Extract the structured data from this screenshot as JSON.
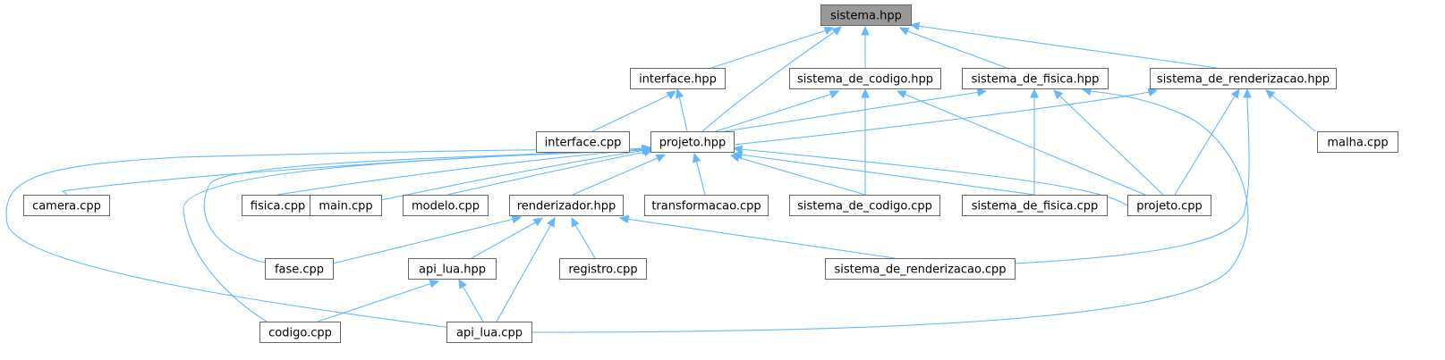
{
  "diagram": {
    "colors": {
      "edge": "#63b8ff",
      "node_border": "#666666",
      "root_fill": "#999999",
      "node_fill": "#ffffff"
    },
    "nodes": [
      {
        "id": "sistema_hpp",
        "label": "sistema.hpp",
        "root": true
      },
      {
        "id": "interface_hpp",
        "label": "interface.hpp"
      },
      {
        "id": "sistema_de_codigo_hpp",
        "label": "sistema_de_codigo.hpp"
      },
      {
        "id": "sistema_de_fisica_hpp",
        "label": "sistema_de_fisica.hpp"
      },
      {
        "id": "sistema_de_renderizacao_hpp",
        "label": "sistema_de_renderizacao.hpp"
      },
      {
        "id": "interface_cpp",
        "label": "interface.cpp"
      },
      {
        "id": "projeto_hpp",
        "label": "projeto.hpp"
      },
      {
        "id": "malha_cpp",
        "label": "malha.cpp"
      },
      {
        "id": "camera_cpp",
        "label": "camera.cpp"
      },
      {
        "id": "fisica_cpp",
        "label": "fisica.cpp"
      },
      {
        "id": "main_cpp",
        "label": "main.cpp"
      },
      {
        "id": "modelo_cpp",
        "label": "modelo.cpp"
      },
      {
        "id": "renderizador_hpp",
        "label": "renderizador.hpp"
      },
      {
        "id": "transformacao_cpp",
        "label": "transformacao.cpp"
      },
      {
        "id": "sistema_de_codigo_cpp",
        "label": "sistema_de_codigo.cpp"
      },
      {
        "id": "sistema_de_fisica_cpp",
        "label": "sistema_de_fisica.cpp"
      },
      {
        "id": "projeto_cpp",
        "label": "projeto.cpp"
      },
      {
        "id": "fase_cpp",
        "label": "fase.cpp"
      },
      {
        "id": "api_lua_hpp",
        "label": "api_lua.hpp"
      },
      {
        "id": "registro_cpp",
        "label": "registro.cpp"
      },
      {
        "id": "sistema_de_renderizacao_cpp",
        "label": "sistema_de_renderizacao.cpp"
      },
      {
        "id": "codigo_cpp",
        "label": "codigo.cpp"
      },
      {
        "id": "api_lua_cpp",
        "label": "api_lua.cpp"
      }
    ],
    "edges": [
      {
        "from": "sistema_hpp",
        "to": "interface_hpp"
      },
      {
        "from": "sistema_hpp",
        "to": "projeto_hpp"
      },
      {
        "from": "sistema_hpp",
        "to": "sistema_de_codigo_hpp"
      },
      {
        "from": "sistema_hpp",
        "to": "sistema_de_fisica_hpp"
      },
      {
        "from": "sistema_hpp",
        "to": "sistema_de_renderizacao_hpp"
      },
      {
        "from": "interface_hpp",
        "to": "interface_cpp"
      },
      {
        "from": "interface_hpp",
        "to": "projeto_hpp"
      },
      {
        "from": "sistema_de_codigo_hpp",
        "to": "projeto_hpp"
      },
      {
        "from": "sistema_de_codigo_hpp",
        "to": "sistema_de_codigo_cpp"
      },
      {
        "from": "sistema_de_codigo_hpp",
        "to": "projeto_cpp"
      },
      {
        "from": "sistema_de_fisica_hpp",
        "to": "projeto_hpp"
      },
      {
        "from": "sistema_de_fisica_hpp",
        "to": "sistema_de_fisica_cpp"
      },
      {
        "from": "sistema_de_fisica_hpp",
        "to": "projeto_cpp"
      },
      {
        "from": "sistema_de_fisica_hpp",
        "to": "api_lua_cpp"
      },
      {
        "from": "sistema_de_renderizacao_hpp",
        "to": "projeto_hpp"
      },
      {
        "from": "sistema_de_renderizacao_hpp",
        "to": "malha_cpp"
      },
      {
        "from": "sistema_de_renderizacao_hpp",
        "to": "projeto_cpp"
      },
      {
        "from": "sistema_de_renderizacao_hpp",
        "to": "sistema_de_renderizacao_cpp"
      },
      {
        "from": "projeto_hpp",
        "to": "camera_cpp"
      },
      {
        "from": "projeto_hpp",
        "to": "fisica_cpp"
      },
      {
        "from": "projeto_hpp",
        "to": "main_cpp"
      },
      {
        "from": "projeto_hpp",
        "to": "modelo_cpp"
      },
      {
        "from": "projeto_hpp",
        "to": "renderizador_hpp"
      },
      {
        "from": "projeto_hpp",
        "to": "transformacao_cpp"
      },
      {
        "from": "projeto_hpp",
        "to": "sistema_de_codigo_cpp"
      },
      {
        "from": "projeto_hpp",
        "to": "sistema_de_fisica_cpp"
      },
      {
        "from": "projeto_hpp",
        "to": "projeto_cpp"
      },
      {
        "from": "projeto_hpp",
        "to": "fase_cpp"
      },
      {
        "from": "projeto_hpp",
        "to": "codigo_cpp"
      },
      {
        "from": "projeto_hpp",
        "to": "api_lua_cpp"
      },
      {
        "from": "renderizador_hpp",
        "to": "fase_cpp"
      },
      {
        "from": "renderizador_hpp",
        "to": "api_lua_hpp"
      },
      {
        "from": "renderizador_hpp",
        "to": "registro_cpp"
      },
      {
        "from": "renderizador_hpp",
        "to": "api_lua_cpp"
      },
      {
        "from": "renderizador_hpp",
        "to": "sistema_de_renderizacao_cpp"
      },
      {
        "from": "api_lua_hpp",
        "to": "codigo_cpp"
      },
      {
        "from": "api_lua_hpp",
        "to": "api_lua_cpp"
      }
    ]
  }
}
